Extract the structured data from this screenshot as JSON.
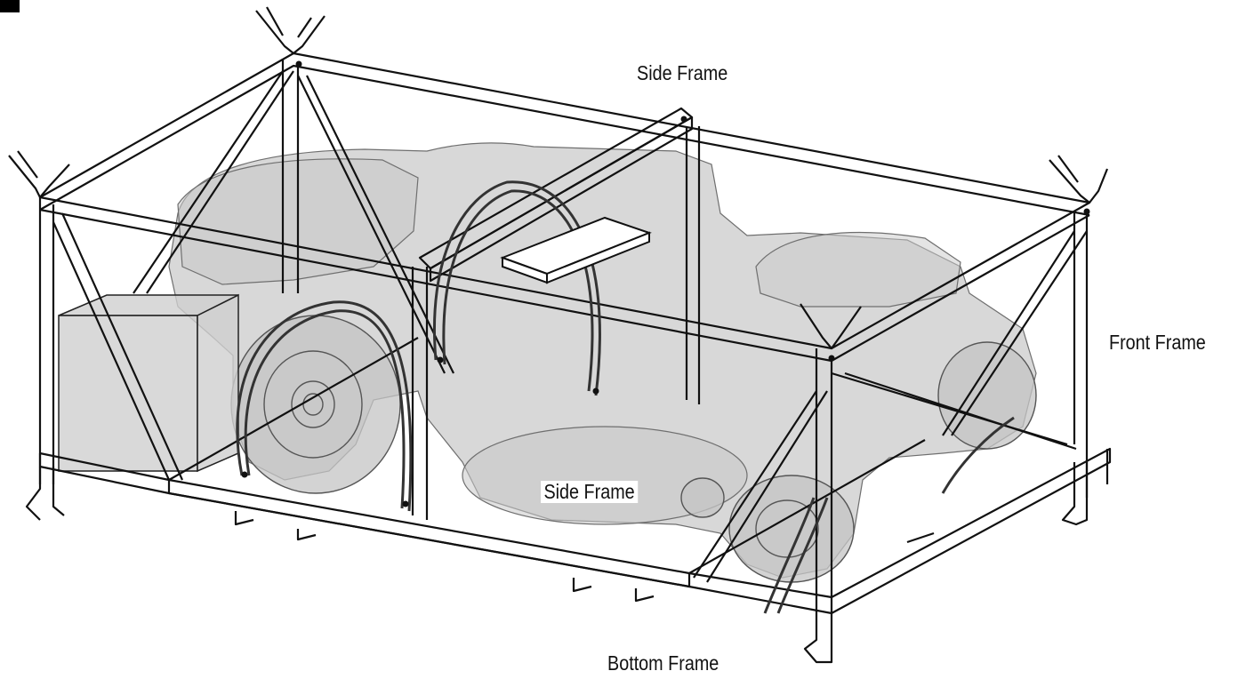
{
  "labels": {
    "side_frame_top": "Side Frame",
    "side_frame_middle": "Side Frame",
    "front_frame": "Front Frame",
    "bottom_frame": "Bottom Frame"
  },
  "colors": {
    "line": "#111111",
    "mower_fill": "#c9c9c9",
    "background": "#ffffff"
  }
}
